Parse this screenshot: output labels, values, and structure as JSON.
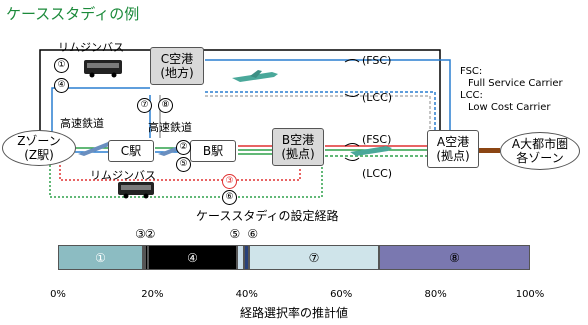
{
  "title": "ケーススタディの例",
  "nodes": {
    "z_zone": {
      "line1": "Zゾーン",
      "line2": "(Z駅)"
    },
    "c_airport": {
      "line1": "C空港",
      "line2": "(地方)"
    },
    "c_station": {
      "label": "C駅"
    },
    "b_station": {
      "label": "B駅"
    },
    "b_airport": {
      "line1": "B空港",
      "line2": "(拠点)"
    },
    "a_airport": {
      "line1": "A空港",
      "line2": "(拠点)"
    },
    "a_metro": {
      "line1": "A大都市圏",
      "line2": "各ゾーン"
    }
  },
  "labels": {
    "limousine_top": "リムジンバス",
    "limousine_bottom": "リムジンバス",
    "rail_left": "高速鉄道",
    "rail_mid": "高速鉄道",
    "fsc_top": "(FSC)",
    "lcc_top": "(LCC)",
    "fsc_mid": "(FSC)",
    "lcc_mid": "(LCC)",
    "caption": "ケーススタディの設定経路"
  },
  "legend_note": {
    "line1": "FSC:",
    "line2": "Full Service Carrier",
    "line3": "LCC:",
    "line4": "Low Cost Carrier"
  },
  "route_markers": [
    "①",
    "②",
    "③",
    "④",
    "⑤",
    "⑥",
    "⑦",
    "⑧"
  ],
  "colors": {
    "route1": "#000000",
    "route2": "#2fa04a",
    "route3": "#e03030",
    "route4": "#2a7fd0",
    "route5": "#2fa04a",
    "route6": "#2fa04a",
    "route7": "#2a7fd0",
    "route8": "#a0a0a0",
    "title": "#1b8a3a",
    "node_fill": "#d9d9d9",
    "link_brown": "#8b4513"
  },
  "chart_data": {
    "type": "bar",
    "orientation": "horizontal-stacked",
    "xlabel": "経路選択率の推計値",
    "xlim": [
      0,
      100
    ],
    "ticks": [
      "0%",
      "20%",
      "40%",
      "60%",
      "80%",
      "100%"
    ],
    "segments": [
      {
        "name": "①",
        "value": 18,
        "color": "#8cbcc2",
        "label_color": "#ffffff"
      },
      {
        "name": "②",
        "value": 0.5,
        "color": "#222222",
        "label_color": "#000000"
      },
      {
        "name": "③",
        "value": 0.5,
        "color": "#000000",
        "label_color": "#000000"
      },
      {
        "name": "④",
        "value": 19,
        "color": "#000000",
        "label_color": "#ffffff"
      },
      {
        "name": "⑤",
        "value": 1.5,
        "color": "#c8dce8",
        "label_color": "#000000"
      },
      {
        "name": "⑥",
        "value": 1.0,
        "color": "#28407a",
        "label_color": "#000000"
      },
      {
        "name": "⑦",
        "value": 27.5,
        "color": "#cfe4ea",
        "label_color": "#000000"
      },
      {
        "name": "⑧",
        "value": 32,
        "color": "#7a78b0",
        "label_color": "#000000"
      }
    ]
  }
}
